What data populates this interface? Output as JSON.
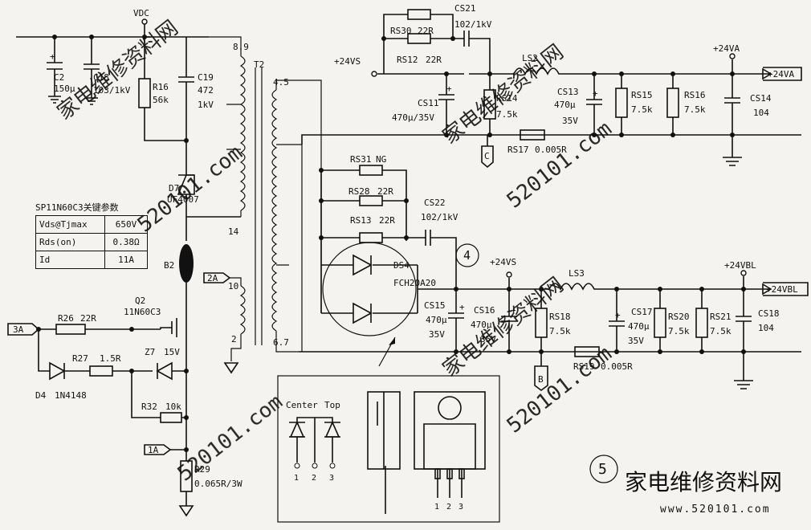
{
  "watermark": {
    "site_cn": "家电维修资料网",
    "site_url": "520101.com",
    "footer_url": "www.520101.com"
  },
  "key_params": {
    "title": "SP11N60C3关键参数",
    "rows": [
      {
        "param": "Vds@Tjmax",
        "value": "650V"
      },
      {
        "param": "Rds(on)",
        "value": "0.38Ω"
      },
      {
        "param": "Id",
        "value": "11A"
      }
    ]
  },
  "labels": {
    "vdc": "VDC",
    "c2": "C2",
    "c2v": "150μ",
    "c18": "C18",
    "c18v": "103/1kV",
    "r16": "R16",
    "r16v": "56k",
    "c19": "C19",
    "c19v": "472",
    "c19k": "1kV",
    "d7": "D7",
    "d7v": "UF4007",
    "b2": "B2",
    "q2": "Q2",
    "q2v": "11N60C3",
    "r26": "R26",
    "r26v": "22R",
    "r27": "R27",
    "r27v": "1.5R",
    "z7": "Z7",
    "z7v": "15V",
    "d4": "D4",
    "d4v": "1N4148",
    "r32": "R32",
    "r32v": "10k",
    "r29": "R29",
    "r29v": "0.065R/3W",
    "t2": "T2",
    "pin89": "8.9",
    "pin45": "4.5",
    "pin14": "14",
    "pin10": "10",
    "pin2": "2",
    "pin67": "6.7",
    "tag3a": "3A",
    "tag2a": "2A",
    "tag1a": "1A",
    "rs30": "RS30",
    "rs30v": "22R",
    "cs21": "CS21",
    "cs21v": "102/1kV",
    "rs12": "RS12",
    "rs12v": "22R",
    "v24vs": "+24VS",
    "ls2": "LS2",
    "v24va": "+24VA",
    "cs11": "CS11",
    "cs11v": "470μ/35V",
    "rs14": "RS14",
    "rs14v": "7.5k",
    "cs13": "CS13",
    "cs13v": "470μ",
    "cs13k": "35V",
    "rs15": "RS15",
    "rs15v": "7.5k",
    "rs16": "RS16",
    "rs16v": "7.5k",
    "cs14": "CS14",
    "cs14v": "104",
    "rs17": "RS17",
    "rs17v": "0.005R",
    "tagc": "C",
    "rs31": "RS31",
    "rs31v": "NG",
    "rs28": "RS28",
    "rs28v": "22R",
    "rs13": "RS13",
    "rs13v": "22R",
    "cs22": "CS22",
    "cs22v": "102/1kV",
    "num4": "4",
    "ds4": "DS4",
    "ds4v": "FCH20A20",
    "v24vs2": "+24VS",
    "v24vbl": "+24VBL",
    "ls3": "LS3",
    "cs15": "CS15",
    "cs15v": "470μ",
    "cs15k": "35V",
    "cs16": "CS16",
    "cs16v": "470μ",
    "cs16k": "35V",
    "rs18": "RS18",
    "rs18v": "7.5k",
    "cs17": "CS17",
    "cs17v": "470μ",
    "cs17k": "35V",
    "rs20": "RS20",
    "rs20v": "7.5k",
    "rs21": "RS21",
    "rs21v": "7.5k",
    "cs18": "CS18",
    "cs18v": "104",
    "rs19": "RS19",
    "rs19v": "0.005R",
    "tagb": "B",
    "center": "Center",
    "top": "Top",
    "p1": "1",
    "p2": "2",
    "p3": "3",
    "num5": "5"
  }
}
